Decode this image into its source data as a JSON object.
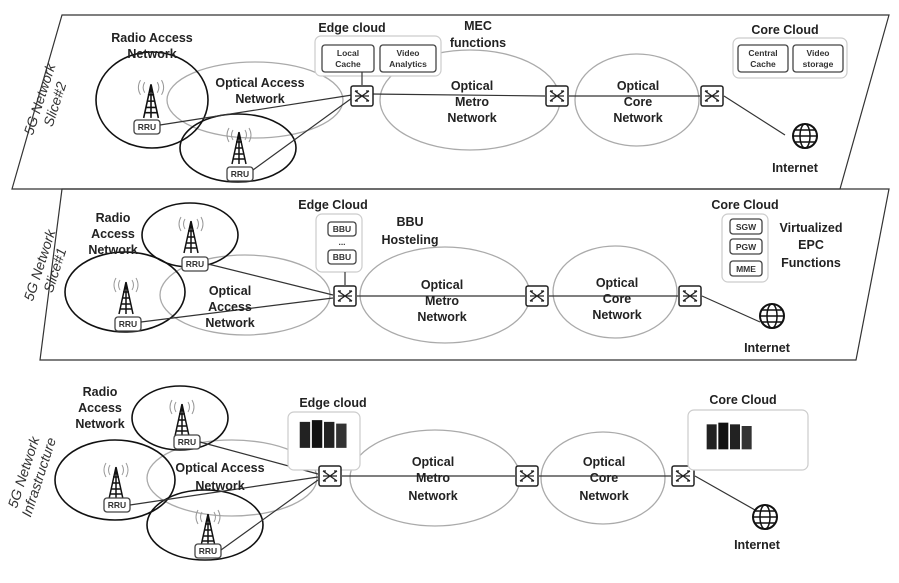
{
  "slice2": {
    "side_label": [
      "5G Network",
      "Slice#2"
    ],
    "ran": [
      "Radio Access",
      "Network"
    ],
    "oan": [
      "Optical Access",
      "Network"
    ],
    "edge_title": "Edge cloud",
    "mec": [
      "MEC",
      "functions"
    ],
    "edge_boxes": [
      [
        "Local",
        "Cache"
      ],
      [
        "Video",
        "Analytics"
      ]
    ],
    "metro": [
      "Optical",
      "Metro",
      "Network"
    ],
    "core": [
      "Optical",
      "Core",
      "Network"
    ],
    "core_title": "Core Cloud",
    "core_boxes": [
      [
        "Central",
        "Cache"
      ],
      [
        "Video",
        "storage"
      ]
    ],
    "internet": "Internet",
    "rru": "RRU"
  },
  "slice1": {
    "side_label": [
      "5G Network",
      "Slice#1"
    ],
    "ran": [
      "Radio",
      "Access",
      "Network"
    ],
    "oan": [
      "Optical",
      "Access",
      "Network"
    ],
    "edge_title": "Edge Cloud",
    "bbu_boxes": [
      "BBU",
      "...",
      "BBU"
    ],
    "bbu_label": [
      "BBU",
      "Hosteling"
    ],
    "metro": [
      "Optical",
      "Metro",
      "Network"
    ],
    "core": [
      "Optical",
      "Core",
      "Network"
    ],
    "core_title": "Core  Cloud",
    "epc_boxes": [
      "SGW",
      "PGW",
      "MME"
    ],
    "epc_label": [
      "Virtualized",
      "EPC",
      "Functions"
    ],
    "internet": "Internet",
    "rru": "RRU"
  },
  "infra": {
    "side_label": [
      "5G Network",
      "Infrastructure"
    ],
    "ran": [
      "Radio",
      "Access",
      "Network"
    ],
    "oan": [
      "Optical Access",
      "Network"
    ],
    "edge_title": "Edge cloud",
    "metro": [
      "Optical",
      "Metro",
      "Network"
    ],
    "core": [
      "Optical",
      "Core",
      "Network"
    ],
    "core_title": "Core Cloud",
    "internet": "Internet",
    "rru": "RRU"
  },
  "icons": [
    "antenna-tower-icon",
    "optical-switch-icon",
    "globe-icon",
    "server-rack-icon"
  ]
}
